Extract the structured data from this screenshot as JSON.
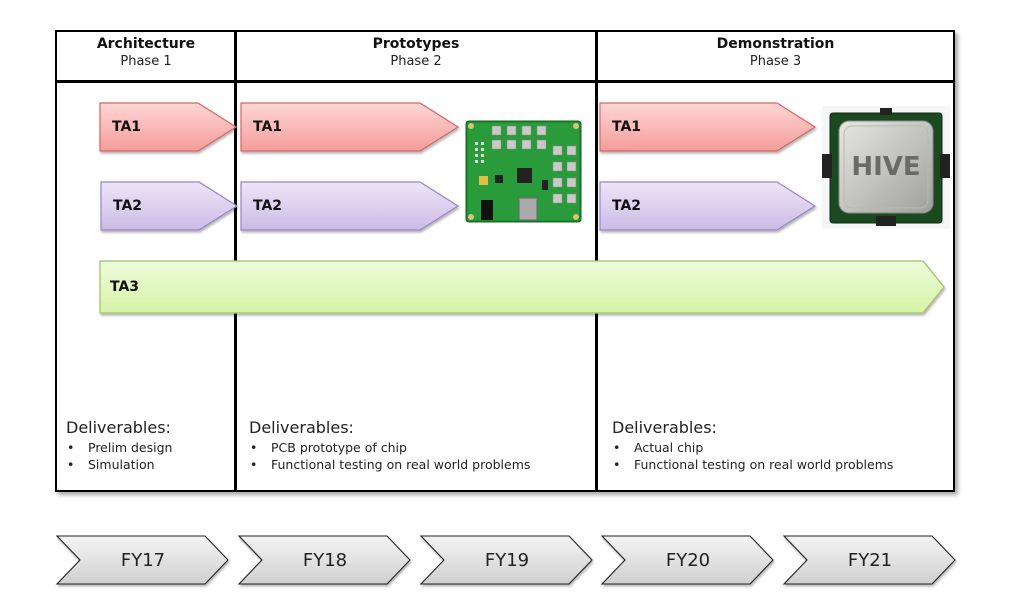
{
  "phases": [
    {
      "title": "Architecture",
      "subtitle": "Phase 1",
      "deliverables_heading": "Deliverables:",
      "deliverables": [
        "Prelim design",
        "Simulation"
      ]
    },
    {
      "title": "Prototypes",
      "subtitle": "Phase 2",
      "deliverables_heading": "Deliverables:",
      "deliverables": [
        "PCB prototype of chip",
        "Functional testing on real world problems"
      ]
    },
    {
      "title": "Demonstration",
      "subtitle": "Phase 3",
      "deliverables_heading": "Deliverables:",
      "deliverables": [
        "Actual chip",
        "Functional testing on real world problems"
      ]
    }
  ],
  "tracks": {
    "ta1": {
      "label": "TA1",
      "fill": "#f8b4b2",
      "stroke": "#d06a66"
    },
    "ta2": {
      "label": "TA2",
      "fill": "#d9cdec",
      "stroke": "#9a84c4"
    },
    "ta3": {
      "label": "TA3",
      "fill": "#e2f7bd",
      "stroke": "#9fc26a"
    }
  },
  "images": {
    "pcb": {
      "description": "PCB prototype board"
    },
    "chip": {
      "description": "CPU chip",
      "label": "HIVE"
    }
  },
  "timeline": [
    "FY17",
    "FY18",
    "FY19",
    "FY20",
    "FY21"
  ]
}
